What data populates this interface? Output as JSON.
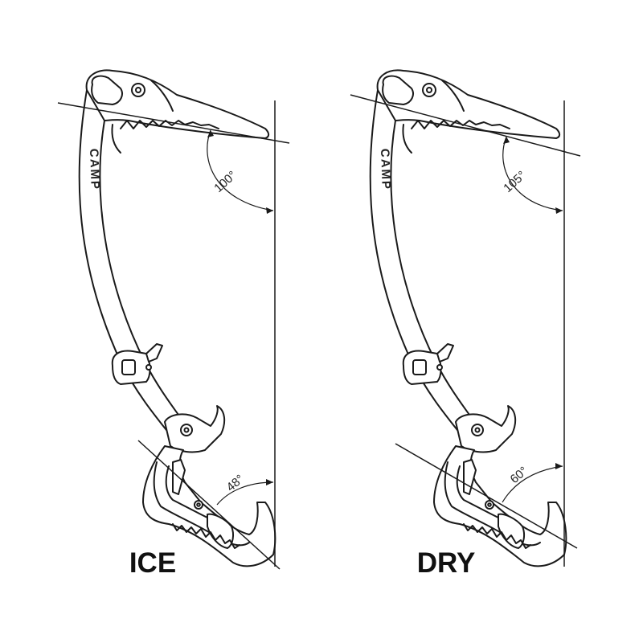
{
  "brand": "CAMP",
  "colors": {
    "line": "#1a1a1a",
    "fill": "#ffffff",
    "text": "#111111"
  },
  "tools": [
    {
      "mode": "ICE",
      "head_angle": "100°",
      "grip_angle": "48°"
    },
    {
      "mode": "DRY",
      "head_angle": "105°",
      "grip_angle": "60°"
    }
  ]
}
